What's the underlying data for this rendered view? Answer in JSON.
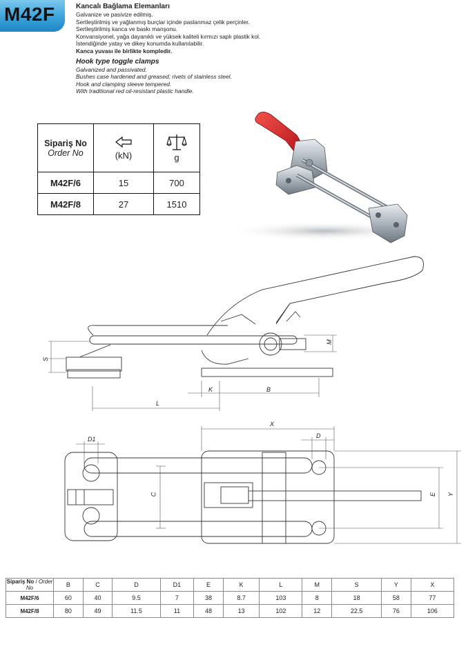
{
  "header": {
    "model": "M42F"
  },
  "description_tr": {
    "title": "Kancalı Bağlama Elemanları",
    "lines": [
      "Galvanize ve pasivize edilmiş.",
      "Sertleştirilmiş ve yağlanmış burçlar içinde paslanmaz çelik perçinler.",
      "Sertleştirilmiş kanca ve baskı manşonu.",
      "Konvansiyonel, yağa dayanıklı ve yüksek kaliteli kırmızı saplı plastik kol.",
      "İstendiğinde yatay ve dikey konumda kullanılabilir.",
      "Kanca yuvası ile birlikte kompledir."
    ]
  },
  "description_en": {
    "title": "Hook type toggle clamps",
    "lines": [
      "Galvanized and passivated.",
      "Bushes case hardened and greased; rivets of stainless steel.",
      "Hook and  clamping sleeve tempered.",
      "With traditional red oil-resistant plastic handle."
    ]
  },
  "main_table": {
    "order_tr": "Sipariş No",
    "order_en": "Order No",
    "force_unit": "(kN)",
    "weight_unit": "g",
    "rows": [
      {
        "model": "M42F/6",
        "force": "15",
        "weight": "700"
      },
      {
        "model": "M42F/8",
        "force": "27",
        "weight": "1510"
      }
    ]
  },
  "drawing_labels": {
    "M": "M",
    "S": "S",
    "K": "K",
    "B": "B",
    "L": "L",
    "X": "X",
    "D1": "D1",
    "D": "D",
    "C": "C",
    "E": "E",
    "Y": "Y"
  },
  "spec_table": {
    "order_tr": "Sipariş No",
    "order_en": "Order No",
    "headers": [
      "B",
      "C",
      "D",
      "D1",
      "E",
      "K",
      "L",
      "M",
      "S",
      "Y",
      "X"
    ],
    "rows": [
      {
        "model": "M42F/6",
        "values": [
          "60",
          "40",
          "9.5",
          "7",
          "38",
          "8.7",
          "103",
          "8",
          "18",
          "58",
          "77"
        ]
      },
      {
        "model": "M42F/8",
        "values": [
          "80",
          "49",
          "11.5",
          "11",
          "48",
          "13",
          "102",
          "12",
          "22.5",
          "76",
          "106"
        ]
      }
    ]
  }
}
